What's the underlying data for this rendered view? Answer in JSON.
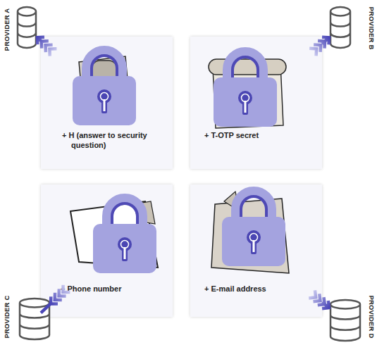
{
  "diagram": {
    "nodes": [
      {
        "text": [
          "PROVIDER A"
        ]
      },
      {
        "text": [
          "PROVIDER B"
        ]
      },
      {
        "text": [
          "+ H (answer to security question)"
        ]
      },
      {
        "text": [
          "+ T-OTP secret"
        ]
      },
      {
        "text": [
          "+ Phone number"
        ]
      },
      {
        "text": [
          "+ E-mail address"
        ]
      },
      {
        "text": [
          "PROVIDER C"
        ]
      },
      {
        "text": [
          "PROVIDER D"
        ]
      }
    ],
    "edges": [
      {
        "from": 2,
        "to": 0,
        "arrow": "to"
      },
      {
        "from": 3,
        "to": 1,
        "arrow": "to"
      },
      {
        "from": 4,
        "to": 6,
        "arrow": "to"
      },
      {
        "from": 5,
        "to": 7,
        "arrow": "to"
      }
    ]
  }
}
